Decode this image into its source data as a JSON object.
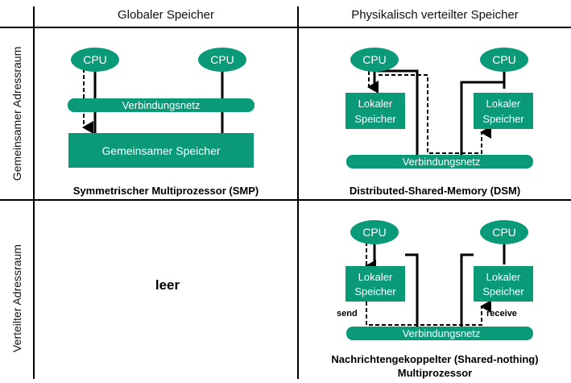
{
  "header": {
    "col1": "Globaler Speicher",
    "col2": "Physikalisch verteilter Speicher"
  },
  "rows": {
    "row1": "Gemeinsamer Adressraum",
    "row2": "Verteilter Adressraum"
  },
  "smp": {
    "cpu_left": "CPU",
    "cpu_right": "CPU",
    "network": "Verbindungsnetz",
    "memory": "Gemeinsamer Speicher",
    "caption": "Symmetrischer Multiprozessor (SMP)"
  },
  "dsm": {
    "cpu_left": "CPU",
    "cpu_right": "CPU",
    "mem_left_1": "Lokaler",
    "mem_left_2": "Speicher",
    "mem_right_1": "Lokaler",
    "mem_right_2": "Speicher",
    "network": "Verbindungsnetz",
    "caption": "Distributed-Shared-Memory (DSM)"
  },
  "empty": {
    "label": "leer"
  },
  "msg": {
    "cpu_left": "CPU",
    "cpu_right": "CPU",
    "mem_left_1": "Lokaler",
    "mem_left_2": "Speicher",
    "mem_right_1": "Lokaler",
    "mem_right_2": "Speicher",
    "network": "Verbindungsnetz",
    "send": "send",
    "receive": "receive",
    "caption_1": "Nachrichtengekoppelter (Shared-nothing)",
    "caption_2": "Multiprozessor"
  }
}
